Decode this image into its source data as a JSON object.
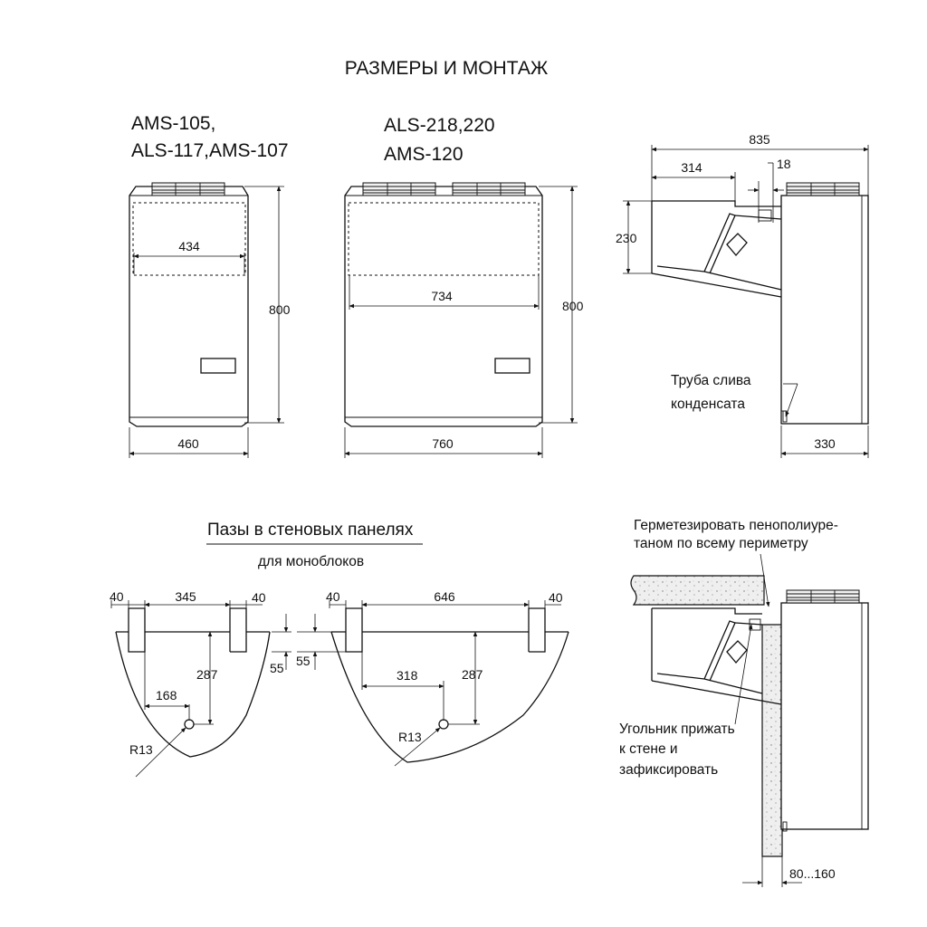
{
  "title": "РАЗМЕРЫ И МОНТАЖ",
  "models": {
    "small_line1": "AMS-105,",
    "small_line2": "ALS-117,AMS-107",
    "large_line1": "ALS-218,220",
    "large_line2": "AMS-120"
  },
  "dims": {
    "small_inner_width": "434",
    "small_height": "800",
    "small_width": "460",
    "large_inner_width": "734",
    "large_height": "800",
    "large_width": "760",
    "side_total": "835",
    "side_314": "314",
    "side_18": "18",
    "side_230": "230",
    "side_depth": "330",
    "slot_40a": "40",
    "slot_345": "345",
    "slot_40b": "40",
    "slot_287a": "287",
    "slot_168": "168",
    "slot_55a": "55",
    "slot_r13a": "R13",
    "slot_40c": "40",
    "slot_646": "646",
    "slot_40d": "40",
    "slot_55b": "55",
    "slot_318": "318",
    "slot_287b": "287",
    "slot_r13b": "R13",
    "wall_thickness": "80...160"
  },
  "labels": {
    "drain_line1": "Труба слива",
    "drain_line2": "конденсата",
    "slots_title": "Пазы в стеновых панелях",
    "slots_subtitle": "для моноблоков",
    "seal_line1": "Герметезировать пенополиуре-",
    "seal_line2": "таном по всему периметру",
    "bracket_line1": "Угольник  прижать",
    "bracket_line2": "к стене и",
    "bracket_line3": "зафиксировать"
  }
}
